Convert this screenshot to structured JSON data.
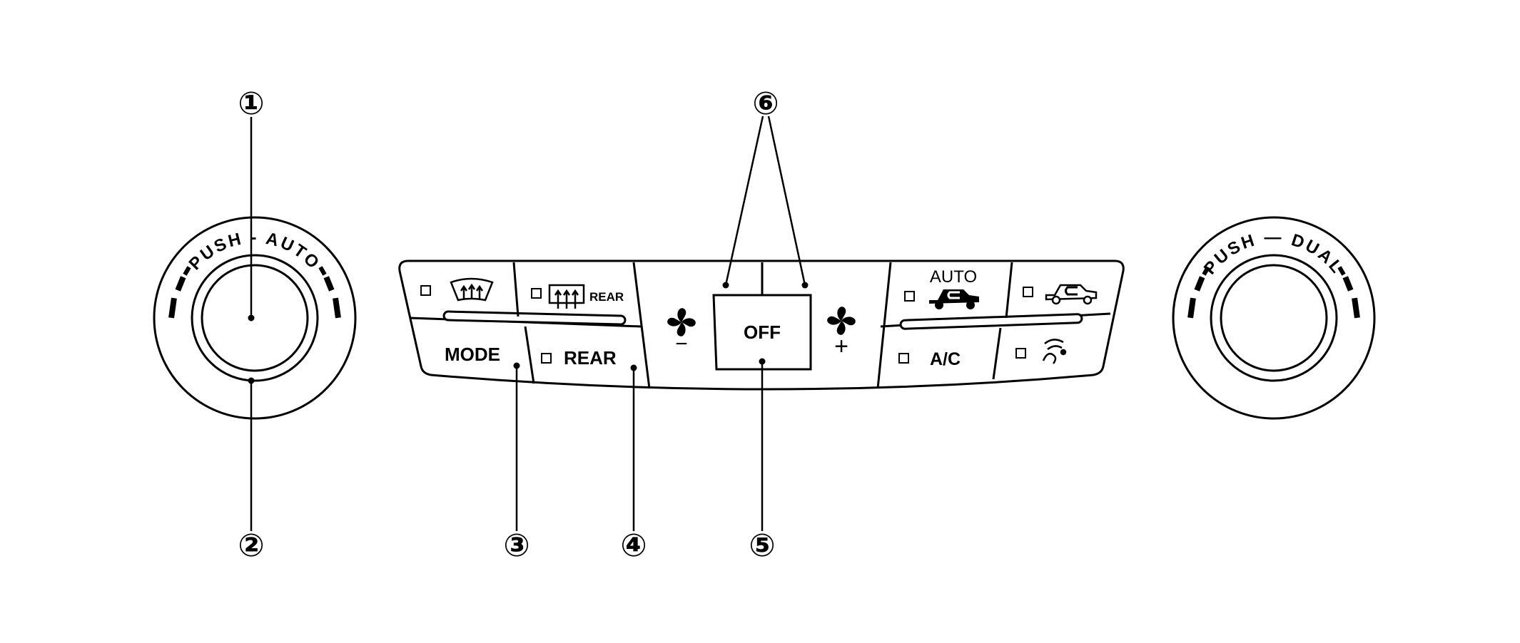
{
  "left_knob": {
    "ring_label": "PUSH - AUTO"
  },
  "right_knob": {
    "ring_label": "PUSH — DUAL"
  },
  "panel": {
    "front_defrost": {
      "icon": "front-defroster-icon"
    },
    "rear_defrost": {
      "icon": "rear-defroster-icon",
      "label": "REAR"
    },
    "mode": {
      "label": "MODE"
    },
    "rear": {
      "label": "REAR"
    },
    "fan_down": {
      "icon": "fan-icon",
      "sign": "−"
    },
    "off": {
      "label": "OFF"
    },
    "fan_up": {
      "icon": "fan-icon",
      "sign": "+"
    },
    "auto_recirc": {
      "label": "AUTO",
      "icon": "auto-recirculation-car-icon"
    },
    "recirc": {
      "icon": "recirculation-car-icon"
    },
    "ac": {
      "label": "A/C"
    },
    "intake": {
      "icon": "intake-sensor-icon"
    }
  },
  "callouts": [
    "①",
    "②",
    "③",
    "④",
    "⑤",
    "⑥"
  ],
  "colors": {
    "ink": "#000000",
    "paper": "#ffffff"
  }
}
